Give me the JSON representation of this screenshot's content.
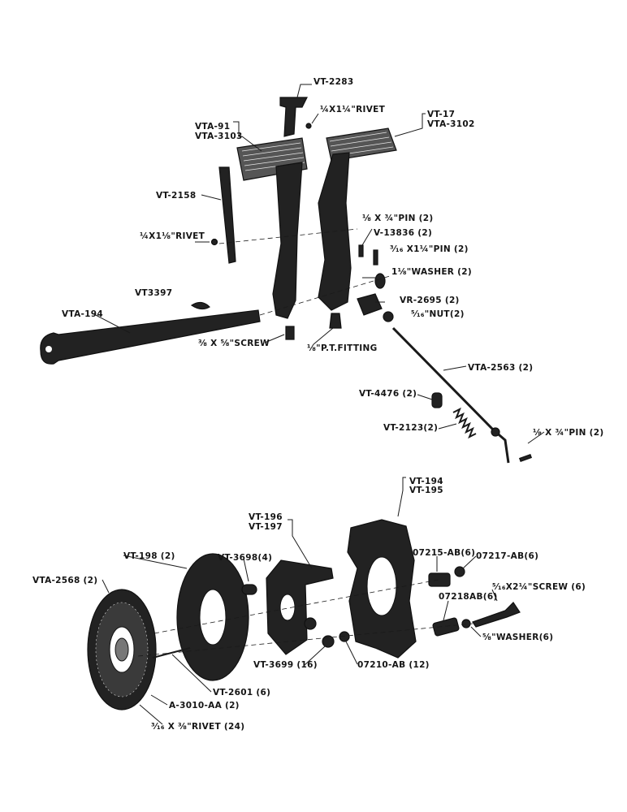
{
  "callouts": [
    {
      "id": "vt2283",
      "text": "VT-2283"
    },
    {
      "id": "rivet_top",
      "text": "¼X1¼\"RIVET"
    },
    {
      "id": "vta91",
      "text": "VTA-91"
    },
    {
      "id": "vta3103",
      "text": "VTA-3103"
    },
    {
      "id": "vt17",
      "text": "VT-17"
    },
    {
      "id": "vta3102",
      "text": "VTA-3102"
    },
    {
      "id": "vt2158",
      "text": "VT-2158"
    },
    {
      "id": "rivet_left",
      "text": "¼X1⅛\"RIVET"
    },
    {
      "id": "pin_1_8",
      "text": "⅛ X ¾\"PIN (2)"
    },
    {
      "id": "v13836",
      "text": "V-13836 (2)"
    },
    {
      "id": "pin_3_16",
      "text": "³⁄₁₆ X1¼\"PIN (2)"
    },
    {
      "id": "washer_2",
      "text": "1⅛\"WASHER (2)"
    },
    {
      "id": "vt3397",
      "text": "VT3397"
    },
    {
      "id": "vta194",
      "text": "VTA-194"
    },
    {
      "id": "vr2695",
      "text": "VR-2695 (2)"
    },
    {
      "id": "nut_2",
      "text": "⁵⁄₁₆\"NUT(2)"
    },
    {
      "id": "screw_3_8",
      "text": "⅜ X ⅝\"SCREW"
    },
    {
      "id": "pt_fitting",
      "text": "⅛\"P.T.FITTING"
    },
    {
      "id": "vta2563",
      "text": "VTA-2563 (2)"
    },
    {
      "id": "vt4476",
      "text": "VT-4476 (2)"
    },
    {
      "id": "vt2123",
      "text": "VT-2123(2)"
    },
    {
      "id": "pin_bottom",
      "text": "⅛ X ¾\"PIN (2)"
    },
    {
      "id": "vt194",
      "text": "VT-194"
    },
    {
      "id": "vt195",
      "text": "VT-195"
    },
    {
      "id": "vt196",
      "text": "VT-196"
    },
    {
      "id": "vt197",
      "text": "VT-197"
    },
    {
      "id": "vt198",
      "text": "VT-198 (2)"
    },
    {
      "id": "vt3698",
      "text": "VT-3698(4)"
    },
    {
      "id": "ab07215",
      "text": "07215-AB(6)"
    },
    {
      "id": "ab07217",
      "text": "07217-AB(6)"
    },
    {
      "id": "vta2568",
      "text": "VTA-2568 (2)"
    },
    {
      "id": "ab07218",
      "text": "07218AB(6)"
    },
    {
      "id": "screw_6",
      "text": "⁵⁄₁₆X2¼\"SCREW (6)"
    },
    {
      "id": "washer_6",
      "text": "⅝\"WASHER(6)"
    },
    {
      "id": "vt3699",
      "text": "VT-3699 (16)"
    },
    {
      "id": "ab07210",
      "text": "07210-AB (12)"
    },
    {
      "id": "vt2601",
      "text": "VT-2601 (6)"
    },
    {
      "id": "a3010",
      "text": "A-3010-AA (2)"
    },
    {
      "id": "rivet_24",
      "text": "³⁄₁₆ X ⅜\"RIVET (24)"
    }
  ]
}
